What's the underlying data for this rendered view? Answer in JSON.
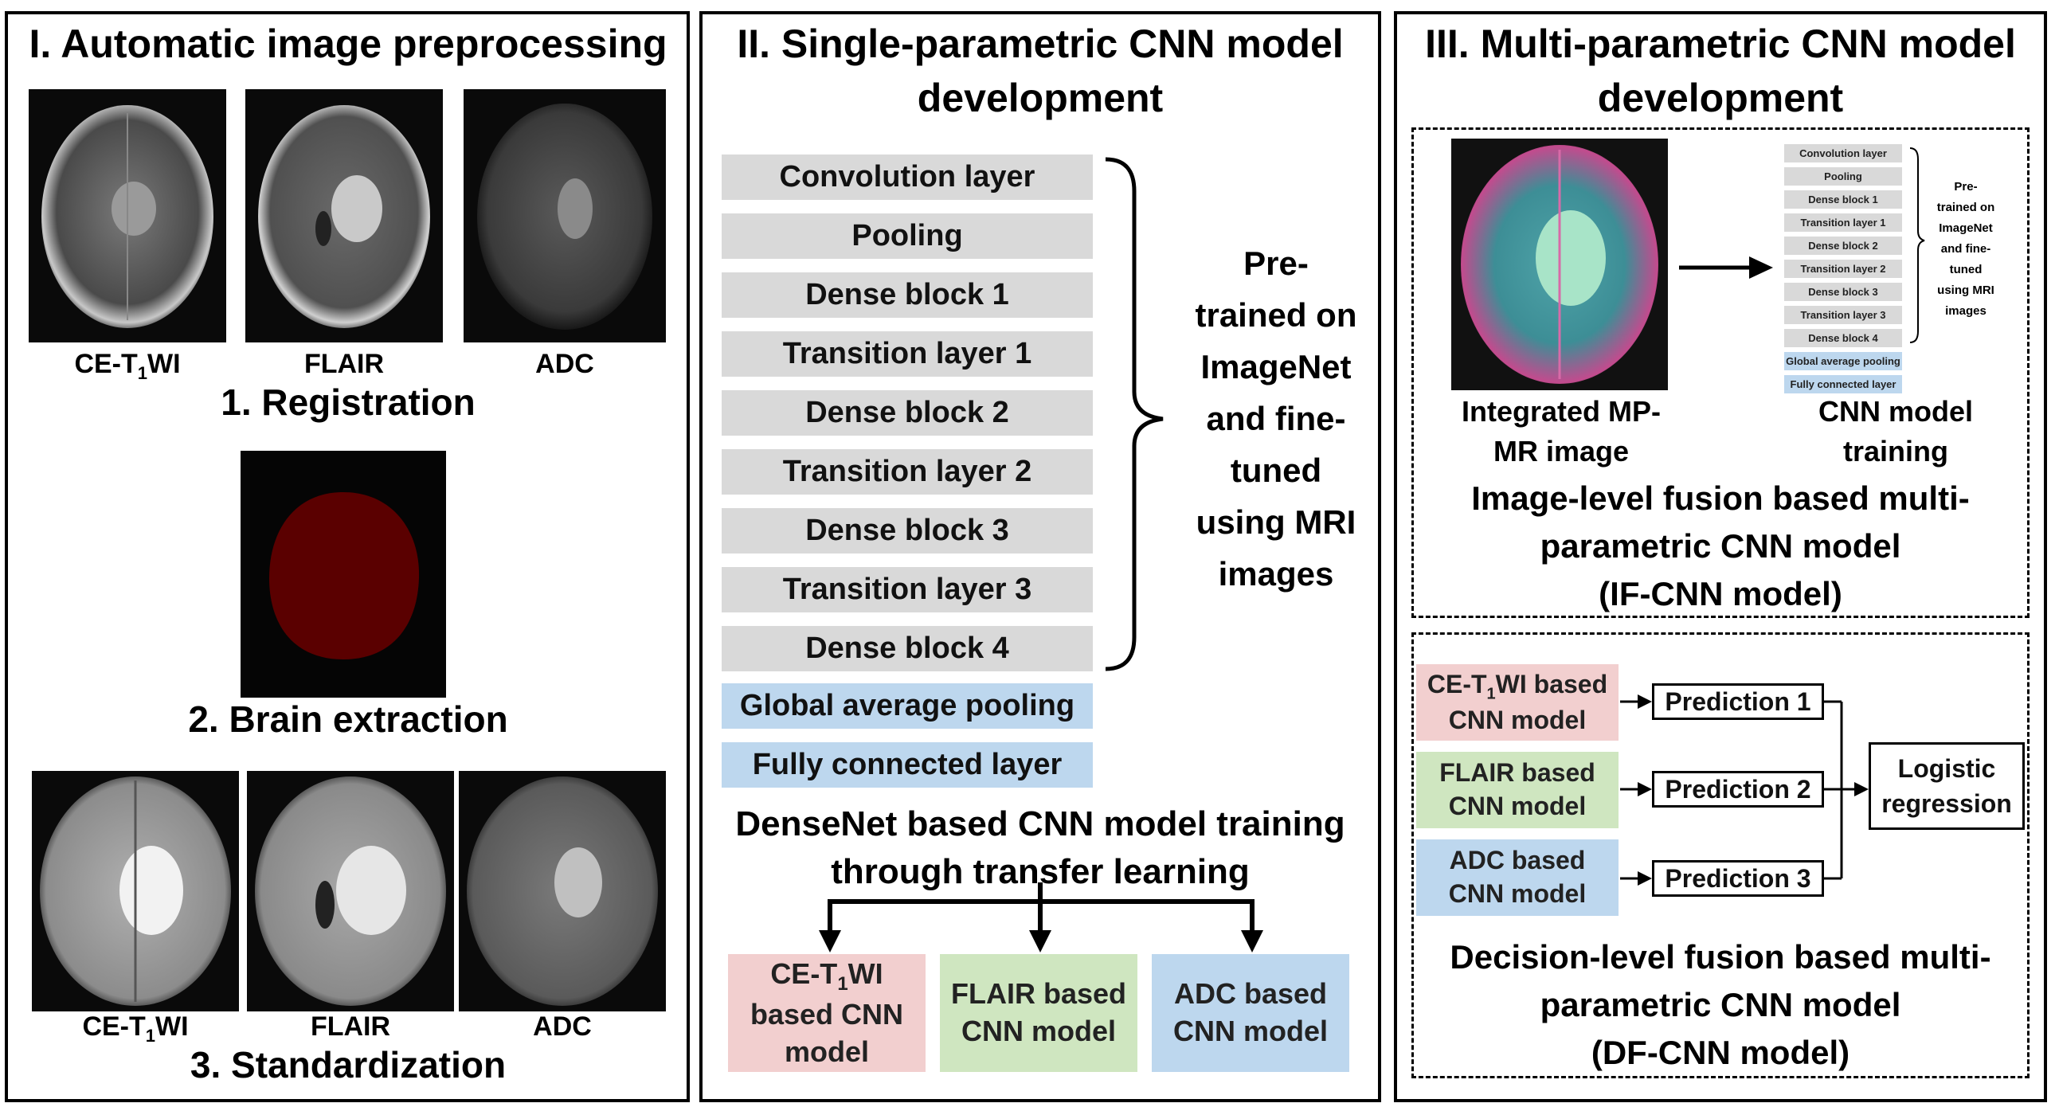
{
  "panel1": {
    "title": "I. Automatic image preprocessing",
    "step1_labels": [
      "CE-T1WI",
      "FLAIR",
      "ADC"
    ],
    "step1_title": "1. Registration",
    "step2_title": "2. Brain extraction",
    "step3_labels": [
      "CE-T1WI",
      "FLAIR",
      "ADC"
    ],
    "step3_title": "3. Standardization"
  },
  "panel2": {
    "title_line1": "II. Single-parametric CNN model",
    "title_line2": "development",
    "layers": [
      "Convolution layer",
      "Pooling",
      "Dense block 1",
      "Transition layer 1",
      "Dense block 2",
      "Transition layer 2",
      "Dense block 3",
      "Transition layer 3",
      "Dense block 4"
    ],
    "blue_layers": [
      "Global average pooling",
      "Fully connected layer"
    ],
    "pretrained_note": [
      "Pre-",
      "trained on",
      "ImageNet",
      "and fine-",
      "tuned",
      "using MRI",
      "images"
    ],
    "training_line1": "DenseNet based CNN model training",
    "training_line2": "through transfer learning",
    "models": [
      {
        "lines": [
          "CE-T1WI",
          "based CNN",
          "model"
        ],
        "color": "#f2cfcf"
      },
      {
        "lines": [
          "FLAIR based",
          "CNN model"
        ],
        "color": "#cfe6c0"
      },
      {
        "lines": [
          "ADC based",
          "CNN model"
        ],
        "color": "#bdd7ee"
      }
    ]
  },
  "panel3": {
    "title_line1": "III. Multi-parametric CNN model",
    "title_line2": "development",
    "if_box": {
      "image_label": [
        "Integrated MP-",
        "MR image"
      ],
      "training_label": [
        "CNN model",
        "training"
      ],
      "mini_layers": [
        "Convolution layer",
        "Pooling",
        "Dense block 1",
        "Transition layer 1",
        "Dense block 2",
        "Transition layer 2",
        "Dense block 3",
        "Transition layer 3",
        "Dense block 4"
      ],
      "mini_blue_layers": [
        "Global average pooling",
        "Fully connected layer"
      ],
      "mini_note": [
        "Pre-",
        "trained on",
        "ImageNet",
        "and fine-",
        "tuned",
        "using MRI",
        "images"
      ],
      "caption": [
        "Image-level fusion based multi-",
        "parametric CNN model",
        "(IF-CNN model)"
      ]
    },
    "df_box": {
      "models": [
        {
          "lines": [
            "CE-T1WI based",
            "CNN model"
          ],
          "color": "#f2cfcf"
        },
        {
          "lines": [
            "FLAIR based",
            "CNN model"
          ],
          "color": "#cfe6c0"
        },
        {
          "lines": [
            "ADC based",
            "CNN model"
          ],
          "color": "#bdd7ee"
        }
      ],
      "predictions": [
        "Prediction 1",
        "Prediction 2",
        "Prediction 3"
      ],
      "combiner": [
        "Logistic",
        "regression"
      ],
      "caption": [
        "Decision-level fusion based multi-",
        "parametric CNN model",
        "(DF-CNN model)"
      ]
    }
  },
  "colors": {
    "grey_layer": "#d9d9d9",
    "blue_layer": "#bdd7ee",
    "mask_red": "#5a0000",
    "border": "#000000"
  }
}
